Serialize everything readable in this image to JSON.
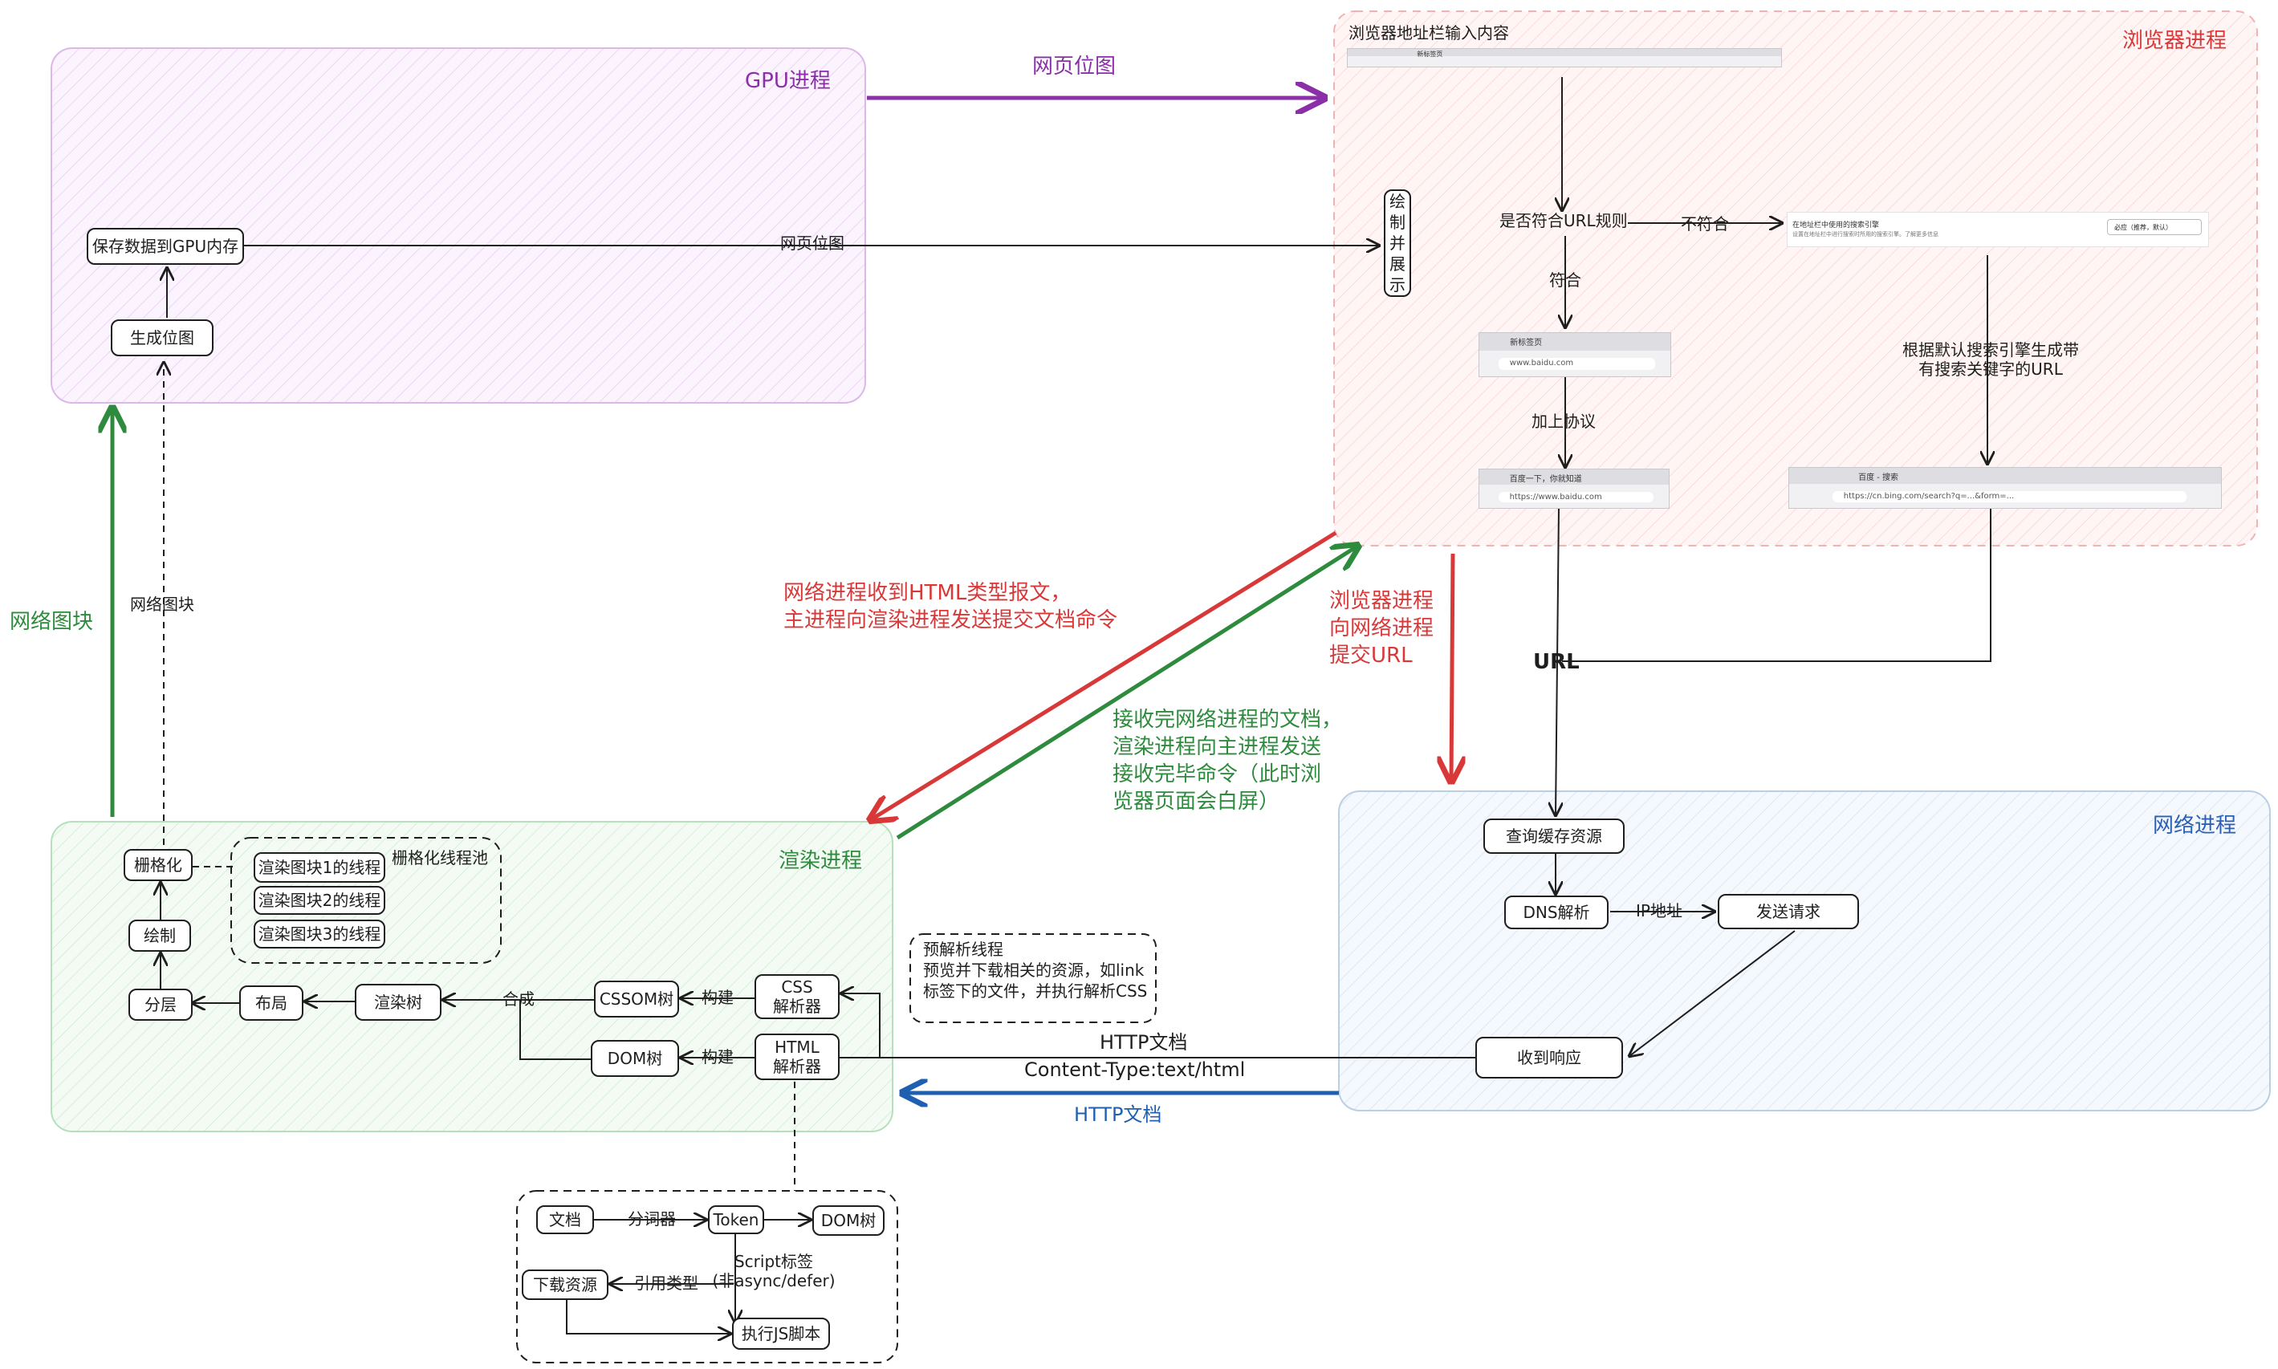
{
  "regions": {
    "gpu": "GPU进程",
    "browser": "浏览器进程",
    "network": "网络进程",
    "render": "渲染进程"
  },
  "gpu": {
    "save_to_memory": "保存数据到GPU内存",
    "generate_bitmap": "生成位图",
    "tile_label": "网络图块"
  },
  "browser": {
    "address_input": "浏览器地址栏输入内容",
    "draw_display": [
      "绘",
      "制",
      "并",
      "展",
      "示"
    ],
    "is_url_rule": "是否符合URL规则",
    "not_match": "不符合",
    "match": "符合",
    "add_protocol": "加上协议",
    "search_engine_note": [
      "根据默认搜索引擎生成带",
      "有搜索关键字的URL"
    ],
    "url_label": "URL",
    "search_prompt": "在地址栏中使用的搜索引擎",
    "search_sub": "设置在地址栏中进行搜索时所用的搜索引擎。了解更多信息",
    "search_select": "必应（推荐，默认）",
    "thumb_newtab": "新标签页",
    "thumb_baidu_addr": "www.baidu.com",
    "thumb_baidu_tab": "百度一下，你就知道",
    "thumb_baidu_url": "https://www.baidu.com",
    "thumb_bing_tab": "百度 - 搜索",
    "thumb_bing_url": "https://cn.bing.com/search?q=...&form=..."
  },
  "network": {
    "query_cache": "查询缓存资源",
    "dns": "DNS解析",
    "ip_addr": "IP地址",
    "send_request": "发送请求",
    "receive_response": "收到响应",
    "http_doc": "HTTP文档",
    "content_type": "Content-Type:text/html",
    "http_doc_blue": "HTTP文档"
  },
  "render": {
    "rasterize": "栅格化",
    "paint": "绘制",
    "layer": "分层",
    "layout": "布局",
    "render_tree": "渲染树",
    "composite": "合成",
    "cssom": "CSSOM树",
    "dom": "DOM树",
    "build1": "构建",
    "build2": "构建",
    "css_parser": [
      "CSS",
      "解析器"
    ],
    "html_parser": [
      "HTML",
      "解析器"
    ],
    "thread_pool": "栅格化线程池",
    "tile_threads": [
      "渲染图块1的线程",
      "渲染图块2的线程",
      "渲染图块3的线程"
    ],
    "preparse_title": "预解析线程",
    "preparse_desc": [
      "预览并下载相关的资源，如link",
      "标签下的文件，并执行解析CSS"
    ]
  },
  "parse": {
    "doc": "文档",
    "tokenizer": "分词器",
    "token": "Token",
    "dom": "DOM树",
    "script_tag": [
      "Script标签",
      "(非async/defer)"
    ],
    "download": "下载资源",
    "ref_type": "引用类型",
    "exec_js": "执行JS脚本"
  },
  "flows": {
    "page_bitmap_top": "网页位图",
    "page_bitmap_mid": "网页位图",
    "network_tile": "网络图块",
    "red_note": [
      "网络进程收到HTML类型报文，",
      "主进程向渲染进程发送提交文档命令"
    ],
    "browser_to_network": [
      "浏览器进程",
      "向网络进程",
      "提交URL"
    ],
    "green_note": [
      "接收完网络进程的文档，",
      "渲染进程向主进程发送",
      "接收完毕命令（此时浏",
      "览器页面会白屏）"
    ]
  },
  "colors": {
    "gpu": "#8a2fa8",
    "browser": "#d93838",
    "network": "#2b5fb5",
    "render": "#2e8b3d",
    "blue_arrow": "#1f5fb0"
  }
}
